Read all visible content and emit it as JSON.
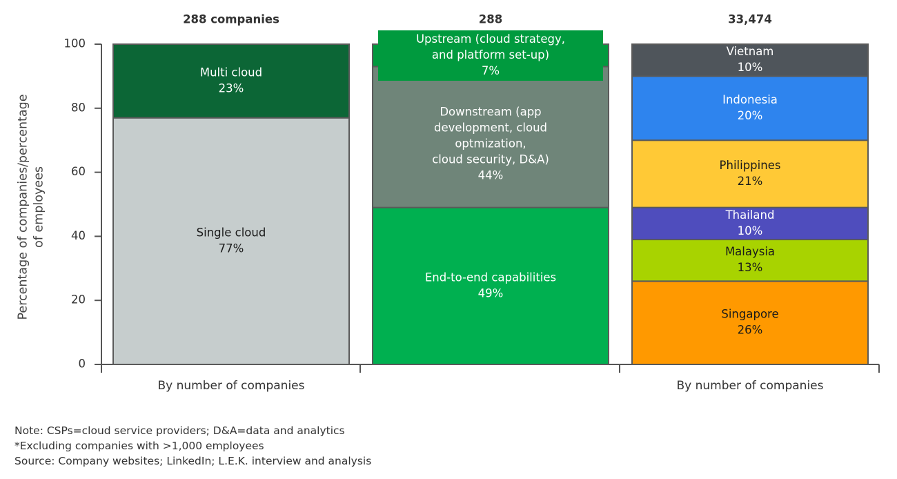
{
  "chart_data": {
    "type": "bar",
    "stacked": true,
    "percent_stacked": true,
    "ylabel": "Percentage of companies/percentage of employees",
    "ylabel_lines": [
      "Percentage of companies/percentage",
      "of employees"
    ],
    "ylim": [
      0,
      100
    ],
    "yticks": [
      0,
      20,
      40,
      60,
      80,
      100
    ],
    "grid": false,
    "bars": [
      {
        "header": "288 companies",
        "xlabel": "By number of companies",
        "segments": [
          {
            "name": "Single cloud",
            "value": 77,
            "label_lines": [
              "Single cloud"
            ],
            "value_label": "77%",
            "color": "#c6cdcd",
            "text_color": "#1a1a1a"
          },
          {
            "name": "Multi cloud",
            "value": 23,
            "label_lines": [
              "Multi cloud"
            ],
            "value_label": "23%",
            "color": "#0c6636",
            "text_color": "#ffffff"
          }
        ]
      },
      {
        "header": "288",
        "xlabel": "",
        "segments": [
          {
            "name": "End-to-end capabilities",
            "value": 49,
            "label_lines": [
              "End-to-end capabilities"
            ],
            "value_label": "49%",
            "color": "#00b050",
            "text_color": "#ffffff"
          },
          {
            "name": "Downstream (app development, cloud optmization, cloud security, D&A)",
            "value": 44,
            "label_lines": [
              "Downstream (app",
              "development, cloud",
              "optmization,",
              "cloud security, D&A)"
            ],
            "value_label": "44%",
            "color": "#6f8579",
            "text_color": "#ffffff"
          },
          {
            "name": "Upstream (cloud strategy, and platform set-up)",
            "value": 7,
            "label_lines": [
              "Upstream (cloud strategy,",
              "and platform set-up)"
            ],
            "value_label": "7%",
            "color": "#009a3e",
            "text_color": "#ffffff"
          }
        ]
      },
      {
        "header": "33,474",
        "xlabel": "By number of companies",
        "segments": [
          {
            "name": "Singapore",
            "value": 26,
            "label_lines": [
              "Singapore"
            ],
            "value_label": "26%",
            "color": "#ff9900",
            "text_color": "#1a1a1a"
          },
          {
            "name": "Malaysia",
            "value": 13,
            "label_lines": [
              "Malaysia"
            ],
            "value_label": "13%",
            "color": "#a8d300",
            "text_color": "#1a1a1a"
          },
          {
            "name": "Thailand",
            "value": 10,
            "label_lines": [
              "Thailand"
            ],
            "value_label": "10%",
            "color": "#4f4dbd",
            "text_color": "#ffffff"
          },
          {
            "name": "Philippines",
            "value": 21,
            "label_lines": [
              "Philippines"
            ],
            "value_label": "21%",
            "color": "#ffc936",
            "text_color": "#1a1a1a"
          },
          {
            "name": "Indonesia",
            "value": 20,
            "label_lines": [
              "Indonesia"
            ],
            "value_label": "20%",
            "color": "#2e84ee",
            "text_color": "#ffffff"
          },
          {
            "name": "Vietnam",
            "value": 10,
            "label_lines": [
              "Vietnam"
            ],
            "value_label": "10%",
            "color": "#4f555b",
            "text_color": "#ffffff"
          }
        ]
      }
    ]
  },
  "notes": {
    "note": "Note: CSPs=cloud service providers; D&A=data and analytics",
    "exclusion": "*Excluding companies with >1,000 employees",
    "source": "Source: Company websites; LinkedIn; L.E.K. interview and analysis"
  }
}
